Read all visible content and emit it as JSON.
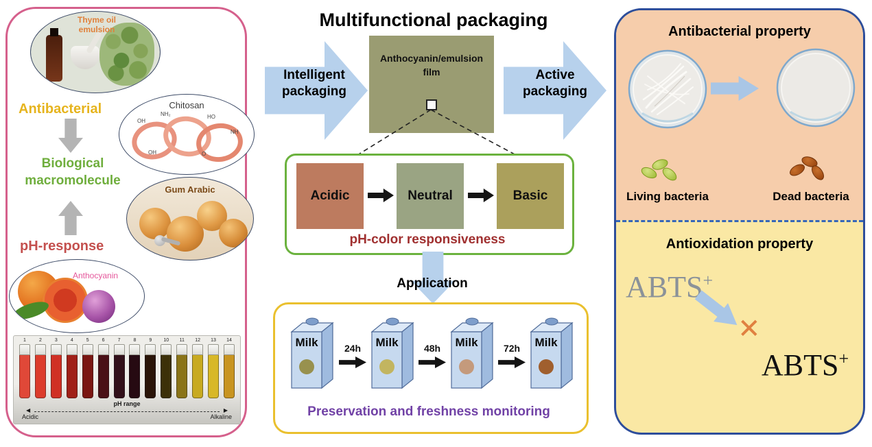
{
  "title": "Multifunctional packaging",
  "left_panel": {
    "thyme_label": "Thyme oil emulsion",
    "antibacterial_label": "Antibacterial",
    "biological_label": "Biological macromolecule",
    "ph_response_label": "pH-response",
    "chitosan_label": "Chitosan",
    "chitosan_atoms": [
      "OH",
      "NH₂",
      "HO",
      "NH",
      "OH",
      "O"
    ],
    "gum_arabic_label": "Gum Arabic",
    "anthocyanin_label": "Anthocyanin",
    "vials": {
      "numbers": [
        "1",
        "2",
        "3",
        "4",
        "5",
        "6",
        "7",
        "8",
        "9",
        "10",
        "11",
        "12",
        "13",
        "14"
      ],
      "colors": [
        "#e04838",
        "#dc3c2c",
        "#d03024",
        "#a02018",
        "#7a1612",
        "#4a1016",
        "#32101a",
        "#260a12",
        "#2a1408",
        "#3c3008",
        "#8a7418",
        "#c8aa20",
        "#d8b828",
        "#c89420"
      ],
      "acidic_label": "Acidic",
      "range_label": "pH range",
      "alkaline_label": "Alkaline"
    }
  },
  "middle": {
    "intelligent_label": "Intelligent packaging",
    "film_label": "Anthocyanin/emulsion film",
    "active_label": "Active packaging",
    "ph_boxes": [
      {
        "label": "Acidic",
        "color": "#bd7b5f"
      },
      {
        "label": "Neutral",
        "color": "#9aa483"
      },
      {
        "label": "Basic",
        "color": "#aba05c"
      }
    ],
    "ph_caption": "pH-color responsiveness",
    "application_label": "Application",
    "milk": {
      "cartons": [
        {
          "label": "Milk",
          "dot_color": "#98914e"
        },
        {
          "label": "Milk",
          "dot_color": "#c2b560"
        },
        {
          "label": "Milk",
          "dot_color": "#c49a7c"
        },
        {
          "label": "Milk",
          "dot_color": "#a05f2e"
        }
      ],
      "times": [
        "24h",
        "48h",
        "72h"
      ],
      "caption": "Preservation and freshness monitoring"
    }
  },
  "right_panel": {
    "antibacterial_title": "Antibacterial property",
    "living_label": "Living bacteria",
    "dead_label": "Dead bacteria",
    "antioxidation_title": "Antioxidation property",
    "abts_top": {
      "base": "ABTS",
      "sup": "+"
    },
    "abts_bottom": {
      "base": "ABTS",
      "sup": "+"
    }
  }
}
